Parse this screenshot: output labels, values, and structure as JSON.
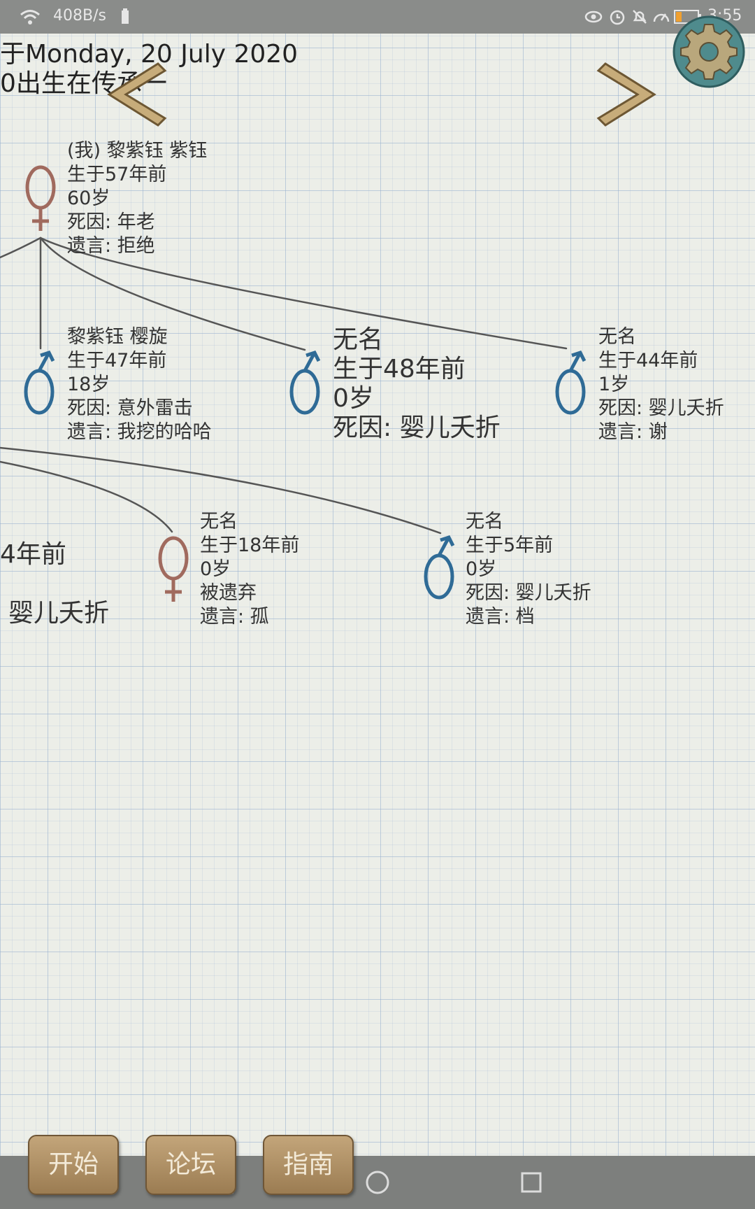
{
  "status_bar": {
    "net_speed": "408B/s",
    "time": "3:55"
  },
  "header": {
    "line1": "于Monday, 20 July 2020",
    "line2": "0出生在传承一"
  },
  "tree": {
    "self": {
      "name": "(我) 黎紫钰 紫钰",
      "born": "生于57年前",
      "age": "60岁",
      "cause": "死因: 年老",
      "will": "遗言: 拒绝",
      "gender": "female"
    },
    "children": [
      {
        "name": "黎紫钰 樱旋",
        "born": "生于47年前",
        "age": "18岁",
        "cause": "死因: 意外雷击",
        "will": "遗言: 我挖的哈哈",
        "gender": "male"
      },
      {
        "name": "无名",
        "born": "生于48年前",
        "age": "0岁",
        "cause": "死因: 婴儿夭折",
        "gender": "male"
      },
      {
        "name": "无名",
        "born": "生于44年前",
        "age": "1岁",
        "cause": "死因: 婴儿夭折",
        "will": "遗言: 谢",
        "gender": "male"
      }
    ],
    "partial_left": {
      "born": "4年前",
      "cause": "婴儿夭折"
    },
    "grandchildren": [
      {
        "name": "无名",
        "born": "生于18年前",
        "age": "0岁",
        "cause": "被遗弃",
        "will": "遗言: 孤",
        "gender": "female"
      },
      {
        "name": "无名",
        "born": "生于5年前",
        "age": "0岁",
        "cause": "死因: 婴儿夭折",
        "will": "遗言: 档",
        "gender": "male"
      }
    ]
  },
  "buttons": {
    "start": "开始",
    "forum": "论坛",
    "guide": "指南"
  },
  "icons": [
    "wifi-icon",
    "battery-icon",
    "eye-icon",
    "alarm-icon",
    "mute-icon",
    "speed-icon",
    "prev-arrow-icon",
    "next-arrow-icon",
    "gear-icon",
    "female-icon",
    "male-icon",
    "back-icon",
    "home-icon",
    "recents-icon"
  ],
  "colors": {
    "female": "#a06a5e",
    "male": "#2f6b96",
    "button": "#b0916a",
    "gear": "#4f8b8d"
  }
}
